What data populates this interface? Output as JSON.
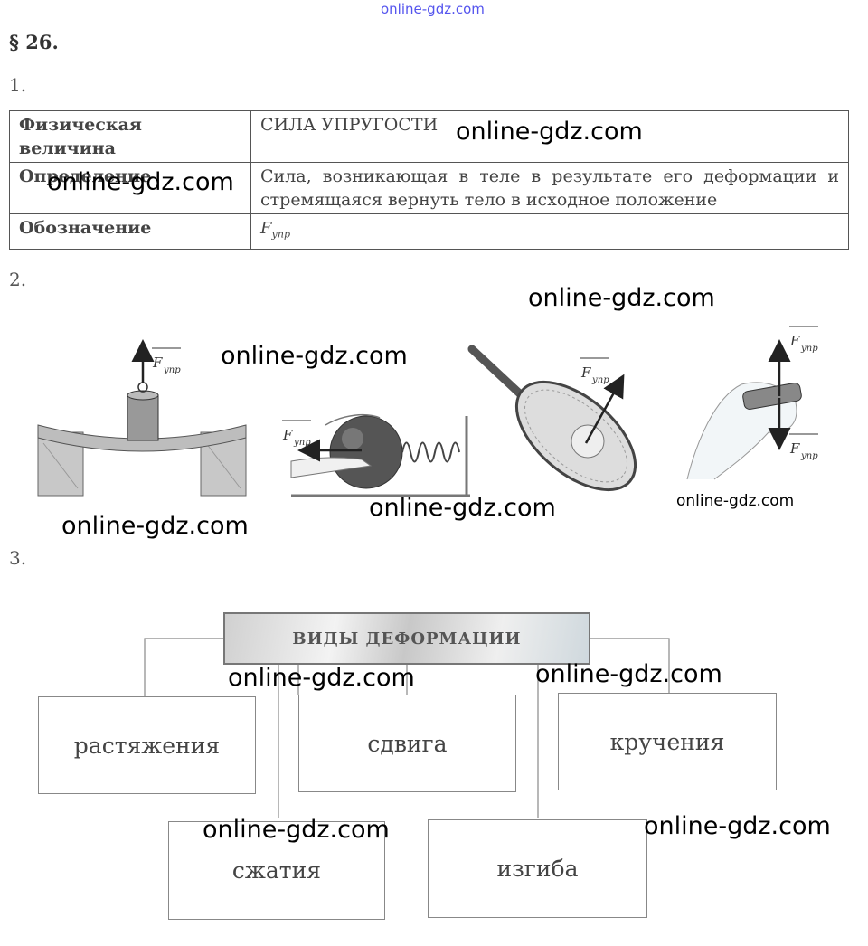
{
  "header": {
    "top_watermark": "online-gdz.com",
    "section": "§ 26."
  },
  "task1": {
    "number": "1.",
    "rows": [
      {
        "label": "Физическая величина",
        "value": "СИЛА УПРУГОСТИ"
      },
      {
        "label": "Определение",
        "value": "Сила, возникающая в теле в результате его деформации и стремящаяся вернуть тело в исходное положение"
      },
      {
        "label": "Обозначение",
        "symbol": "F",
        "symbol_sub": "упр"
      }
    ]
  },
  "task2": {
    "number": "2.",
    "force_label": "F",
    "force_sub": "упр"
  },
  "task3": {
    "number": "3.",
    "diagram_title": "ВИДЫ ДЕФОРМАЦИИ",
    "types": [
      "растяжения",
      "сдвига",
      "кручения",
      "сжатия",
      "изгиба"
    ]
  },
  "watermarks": {
    "text": "online-gdz.com"
  },
  "colors": {
    "watermark_top": "#5555ee",
    "text": "#444444",
    "border": "#555555"
  }
}
